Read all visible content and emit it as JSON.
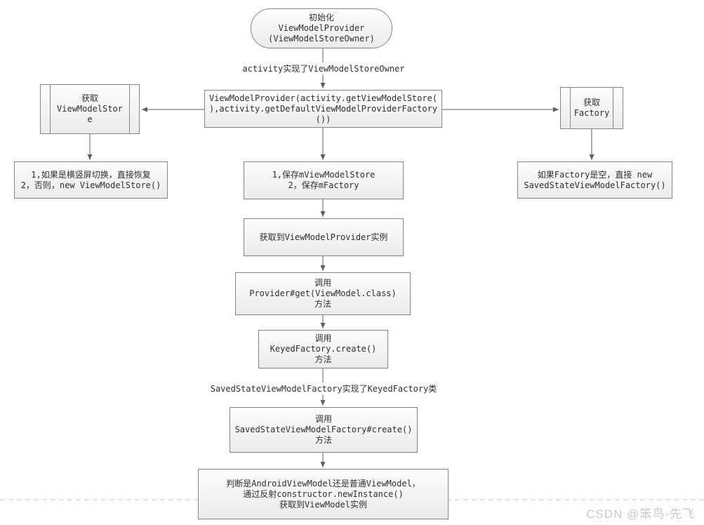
{
  "diagram": {
    "title_hint": "ViewModelProvider initialization flowchart",
    "colors": {
      "box_border": "#858585",
      "box_fill_top": "#fdfdfd",
      "box_fill_bottom": "#ebebeb",
      "connector": "#5f5f5f",
      "text": "#2f2f2f",
      "page_break_line": "#c9c9c9",
      "watermark": "#c9c9c9"
    },
    "nodes": {
      "start": {
        "shape": "terminator",
        "text": "初始化\nViewModelProvider\n(ViewModelStoreOwner)"
      },
      "provider_ctor": {
        "shape": "process",
        "text": "ViewModelProvider(activity.getViewModelStore(\n),activity.getDefaultViewModelProviderFactory\n())"
      },
      "get_store": {
        "shape": "predefined-process",
        "text": "获取\nViewModelStor\ne"
      },
      "get_factory": {
        "shape": "predefined-process",
        "text": "获取\nFactory"
      },
      "store_result": {
        "shape": "process",
        "text": "1,如果是横竖屏切换，直接恢复\n2，否则，new ViewModelStore()"
      },
      "factory_result": {
        "shape": "process",
        "text": "如果Factory是空，直接 new\nSavedStateViewModelFactory()"
      },
      "save_members": {
        "shape": "process",
        "text": "1,保存mViewModelStore\n2，保存mFactory"
      },
      "provider_instance": {
        "shape": "process",
        "text": "获取到ViewModelProvider实例"
      },
      "provider_get": {
        "shape": "process",
        "text": "调用\nProvider#get(ViewModel.class)\n方法"
      },
      "keyed_create": {
        "shape": "process",
        "text": "调用\nKeyedFactory.create()\n方法"
      },
      "ssvmf_create": {
        "shape": "process",
        "text": "调用\nSavedStateViewModelFactory#create()\n方法"
      },
      "final_judge": {
        "shape": "process",
        "text": "判断是AndroidViewModel还是普通ViewModel，\n通过反射constructor.newInstance()\n获取到ViewModel实例"
      }
    },
    "edge_labels": {
      "store_owner": "activity实现了ViewModelStoreOwner",
      "keyed_factory": "SavedStateViewModelFactory实现了KeyedFactory类"
    },
    "watermark": "CSDN @笨鸟-先飞"
  }
}
